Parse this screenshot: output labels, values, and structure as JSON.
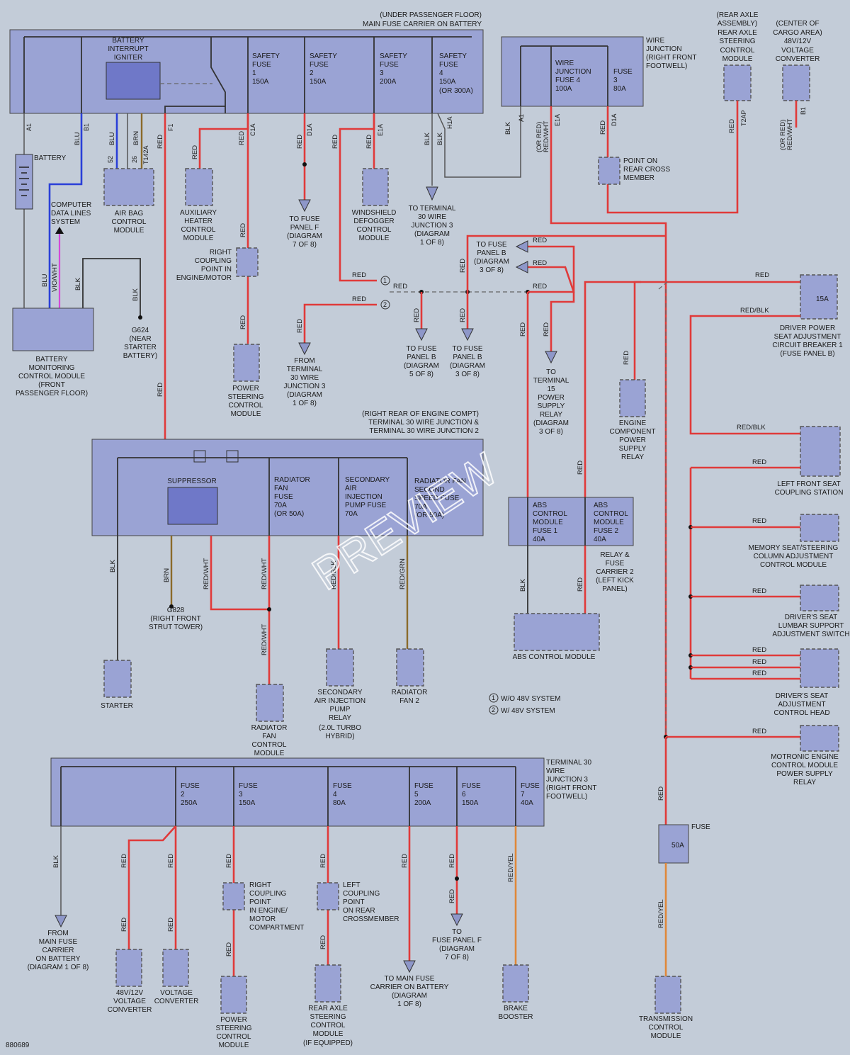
{
  "figure_id": "880689",
  "watermark": "PREVIEW",
  "legend": {
    "items": [
      {
        "num": "1",
        "text": "W/O 48V SYSTEM"
      },
      {
        "num": "2",
        "text": "W/ 48V SYSTEM"
      }
    ]
  },
  "main_fuse_carrier": {
    "title": [
      "(UNDER PASSENGER FLOOR)",
      "MAIN FUSE CARRIER ON BATTERY"
    ],
    "igniter": [
      "BATTERY",
      "INTERRUPT",
      "IGNITER"
    ],
    "fuses": [
      {
        "lines": [
          "SAFETY",
          "FUSE",
          "1",
          "150A"
        ]
      },
      {
        "lines": [
          "SAFETY",
          "FUSE",
          "2",
          "150A"
        ]
      },
      {
        "lines": [
          "SAFETY",
          "FUSE",
          "3",
          "200A"
        ]
      },
      {
        "lines": [
          "SAFETY",
          "FUSE",
          "4",
          "150A",
          "(OR 300A)"
        ]
      }
    ],
    "pins": [
      "A1",
      "B1",
      "F1",
      "C1A",
      "D1A",
      "E1A",
      "H1A"
    ]
  },
  "wire_junction": {
    "title": [
      "WIRE",
      "JUNCTION",
      "(RIGHT FRONT",
      "FOOTWELL)"
    ],
    "fuse_a": [
      "WIRE",
      "JUNCTION",
      "FUSE 4",
      "100A"
    ],
    "fuse_b": [
      "FUSE",
      "3",
      "80A"
    ],
    "pins": [
      "A1",
      "E1A",
      "D1A"
    ]
  },
  "top_right": {
    "rear_axle": [
      "(REAR AXLE",
      "ASSEMBLY)",
      "REAR AXLE",
      "STEERING",
      "CONTROL",
      "MODULE"
    ],
    "cargo": [
      "(CENTER OF",
      "CARGO AREA)",
      "48V/12V",
      "VOLTAGE",
      "CONVERTER"
    ],
    "rear_pin": "T2AP",
    "cargo_pin": "B1"
  },
  "wires": {
    "blu": "BLU",
    "vio": "VIO/WHT",
    "blk": "BLK",
    "red": "RED",
    "brn": "BRN",
    "redwht": "RED/WHT",
    "redblk": "RED/BLK",
    "redgrn": "RED/GRN",
    "redyel": "RED/YEL",
    "or_redwht": "(OR RED)",
    "redwht2": "RED/WHT"
  },
  "battery": {
    "label": "BATTERY"
  },
  "computer_lines": [
    "COMPUTER",
    "DATA LINES",
    "SYSTEM"
  ],
  "airbag": [
    "AIR BAG",
    "CONTROL",
    "MODULE"
  ],
  "airbag_pins": [
    "52",
    "26",
    "T142A"
  ],
  "aux_heater": [
    "AUXILIARY",
    "HEATER",
    "CONTROL",
    "MODULE"
  ],
  "fuse_panel_f": [
    "TO FUSE",
    "PANEL F",
    "(DIAGRAM",
    "7 OF 8)"
  ],
  "windshield": [
    "WINDSHIELD",
    "DEFOGGER",
    "CONTROL",
    "MODULE"
  ],
  "to_terminal30": [
    "TO TERMINAL",
    "30 WIRE",
    "JUNCTION 3",
    "(DIAGRAM",
    "1 OF 8)"
  ],
  "point_rear": [
    "POINT ON",
    "REAR CROSS",
    "MEMBER"
  ],
  "rcp_engine": [
    "RIGHT",
    "COUPLING",
    "POINT IN",
    "ENGINE/MOTOR"
  ],
  "bmcm": [
    "BATTERY",
    "MONITORING",
    "CONTROL MODULE",
    "(FRONT",
    "PASSENGER FLOOR)"
  ],
  "g624": [
    "G624",
    "(NEAR",
    "STARTER",
    "BATTERY)"
  ],
  "ps_control": [
    "POWER",
    "STEERING",
    "CONTROL",
    "MODULE"
  ],
  "from_t30": [
    "FROM",
    "TERMINAL",
    "30 WIRE",
    "JUNCTION 3",
    "(DIAGRAM",
    "1 OF 8)"
  ],
  "fpb_c": [
    "TO FUSE",
    "PANEL B",
    "(DIAGRAM",
    "5 OF 8)"
  ],
  "fpb_d": [
    "TO FUSE",
    "PANEL B",
    "(DIAGRAM",
    "3 OF 8)"
  ],
  "fpb_n": [
    "TO FUSE",
    "PANEL B",
    "(DIAGRAM",
    "3 OF 8)"
  ],
  "to_t15": [
    "TO",
    "TERMINAL",
    "15",
    "POWER",
    "SUPPLY",
    "RELAY",
    "(DIAGRAM",
    "3 OF 8)"
  ],
  "ecps": [
    "ENGINE",
    "COMPONENT",
    "POWER",
    "SUPPLY",
    "RELAY"
  ],
  "dps": [
    "DRIVER POWER",
    "SEAT ADJUSTMENT",
    "CIRCUIT BREAKER 1",
    "(FUSE PANEL B)"
  ],
  "dps_fuse": "15A",
  "lfs": [
    "LEFT FRONT SEAT",
    "COUPLING STATION"
  ],
  "mem_seat": [
    "MEMORY SEAT/STEERING",
    "COLUMN ADJUSTMENT",
    "CONTROL MODULE"
  ],
  "lumbar": [
    "DRIVER'S SEAT",
    "LUMBAR SUPPORT",
    "ADJUSTMENT SWITCH"
  ],
  "ds_head": [
    "DRIVER'S SEAT",
    "ADJUSTMENT",
    "CONTROL HEAD"
  ],
  "motronic": [
    "MOTRONIC ENGINE",
    "CONTROL MODULE",
    "POWER SUPPLY",
    "RELAY"
  ],
  "t30_junction": {
    "title": [
      "(RIGHT REAR OF ENGINE COMPT)",
      "TERMINAL 30 WIRE JUNCTION &",
      "TERMINAL 30 WIRE JUNCTION 2"
    ],
    "suppressor": "SUPPRESSOR",
    "fuses": [
      [
        "RADIATOR",
        "FAN",
        "FUSE",
        "70A",
        "(OR 50A)"
      ],
      [
        "SECONDARY",
        "AIR",
        "INJECTION",
        "PUMP FUSE",
        "70A"
      ],
      [
        "RADIATOR FAN",
        "SECOND",
        "SPEED FUSE",
        "70A",
        "(OR 50A)"
      ]
    ]
  },
  "abs_carrier": {
    "f1": [
      "ABS",
      "CONTROL",
      "MODULE",
      "FUSE 1",
      "40A"
    ],
    "f2": [
      "ABS",
      "CONTROL",
      "MODULE",
      "FUSE 2",
      "40A"
    ],
    "title": [
      "RELAY &",
      "FUSE",
      "CARRIER 2",
      "(LEFT KICK",
      "PANEL)"
    ]
  },
  "abs_module": "ABS CONTROL MODULE",
  "g828": [
    "G828",
    "(RIGHT FRONT",
    "STRUT TOWER)"
  ],
  "starter": "STARTER",
  "rad_fan_cm": [
    "RADIATOR",
    "FAN",
    "CONTROL",
    "MODULE"
  ],
  "sec_air": [
    "SECONDARY",
    "AIR INJECTION",
    "PUMP",
    "RELAY",
    "(2.0L TURBO",
    "HYBRID)"
  ],
  "rad_fan2": [
    "RADIATOR",
    "FAN 2"
  ],
  "t30_j3": {
    "title": [
      "TERMINAL 30",
      "WIRE",
      "JUNCTION 3",
      "(RIGHT FRONT",
      "FOOTWELL)"
    ],
    "fuses": [
      [
        "FUSE",
        "2",
        "250A"
      ],
      [
        "FUSE",
        "3",
        "150A"
      ],
      [
        "FUSE",
        "4",
        "80A"
      ],
      [
        "FUSE",
        "5",
        "200A"
      ],
      [
        "FUSE",
        "6",
        "150A"
      ],
      [
        "FUSE",
        "7",
        "40A"
      ]
    ]
  },
  "from_mfc": [
    "FROM",
    "MAIN FUSE",
    "CARRIER",
    "ON BATTERY",
    "(DIAGRAM 1 OF 8)"
  ],
  "conv_48": [
    "48V/12V",
    "VOLTAGE",
    "CONVERTER"
  ],
  "voltage_conv": [
    "VOLTAGE",
    "CONVERTER"
  ],
  "rcp_engine2": [
    "RIGHT",
    "COUPLING",
    "POINT",
    "IN ENGINE/",
    "MOTOR",
    "COMPARTMENT"
  ],
  "lcp_rear": [
    "LEFT",
    "COUPLING",
    "POINT",
    "ON REAR",
    "CROSSMEMBER"
  ],
  "ps_control2": [
    "POWER",
    "STEERING",
    "CONTROL",
    "MODULE"
  ],
  "rear_axle2": [
    "REAR AXLE",
    "STEERING",
    "CONTROL",
    "MODULE",
    "(IF EQUIPPED)"
  ],
  "to_mfc": [
    "TO MAIN FUSE",
    "CARRIER ON BATTERY",
    "(DIAGRAM",
    "1 OF 8)"
  ],
  "fpf_r": [
    "TO",
    "FUSE PANEL F",
    "(DIAGRAM",
    "7 OF 8)"
  ],
  "brake": [
    "BRAKE",
    "BOOSTER"
  ],
  "fuse_50": {
    "title": "FUSE",
    "value": "50A"
  },
  "tcm": [
    "TRANSMISSION",
    "CONTROL",
    "MODULE"
  ]
}
